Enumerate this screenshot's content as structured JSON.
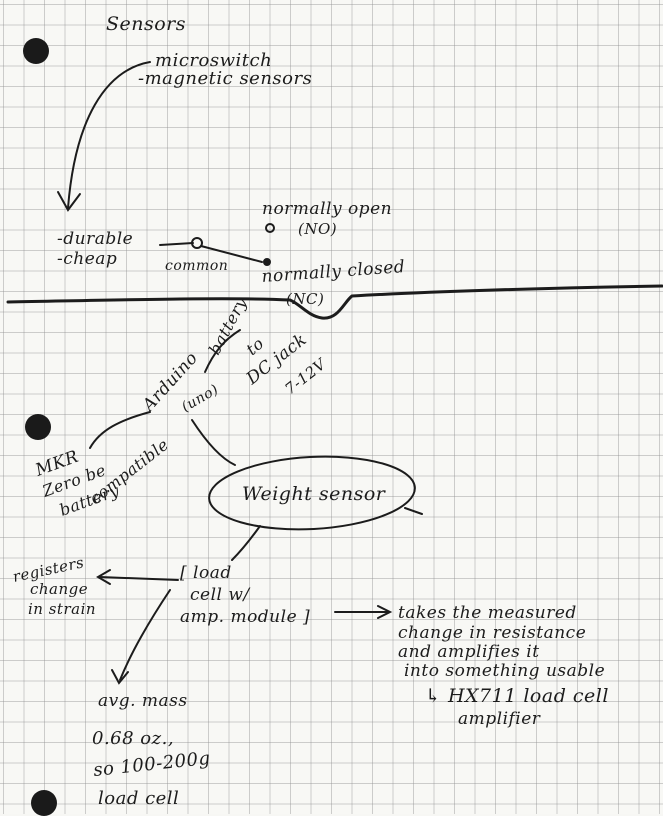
{
  "notes": {
    "title": "Sensors",
    "list_top": [
      "microswitch",
      "-magnetic sensors"
    ],
    "durable": "-durable",
    "cheap": "-cheap",
    "common": "common",
    "normally_open": "normally open",
    "no_abbrev": "(NO)",
    "normally_closed": "normally closed",
    "nc_abbrev": "(NC)",
    "battery": "battery",
    "to": "to",
    "dc_jack": "DC jack",
    "voltage": "7-12V",
    "arduino": "Arduino",
    "uno": "(uno)",
    "mkr_lines": [
      "MKR",
      "Zero be",
      "battery",
      "compatible"
    ],
    "weight_sensor": "Weight sensor",
    "load_cell_lines": [
      "[ load",
      "cell w/",
      "amp. module ]"
    ],
    "registers_lines": [
      "registers",
      "change",
      "in strain"
    ],
    "takes_lines": [
      "takes the measured",
      "change in resistance",
      "and amplifies it",
      "into something usable"
    ],
    "hx711_lines": [
      "↳ HX711 load cell",
      "amplifier"
    ],
    "avg_lines": [
      "avg. mass",
      "0.68 oz.,",
      "so 100-200g",
      "load cell"
    ]
  }
}
